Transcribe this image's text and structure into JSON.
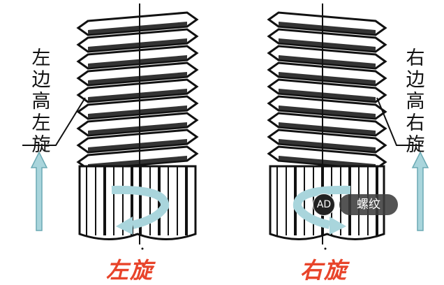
{
  "left": {
    "side_label": "左边高左旋",
    "caption": "左旋",
    "handedness": "left"
  },
  "right": {
    "side_label": "右边高右旋",
    "caption": "右旋",
    "handedness": "right"
  },
  "overlay": {
    "ad_badge": "AD",
    "tag_label": "螺纹"
  },
  "colors": {
    "arrow": "#a9d5dc",
    "caption": "#e8442a",
    "thread": "#111111"
  }
}
